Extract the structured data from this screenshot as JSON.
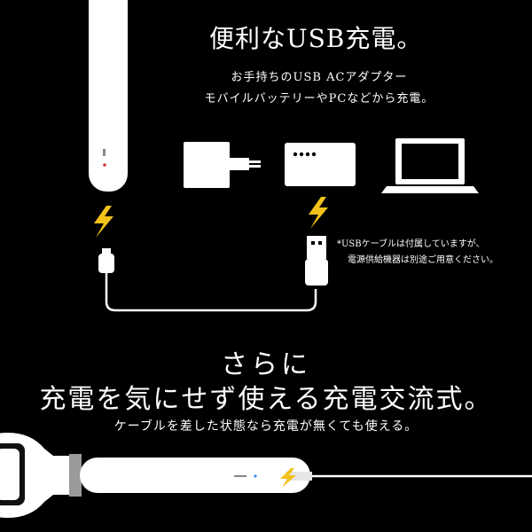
{
  "headline": "便利なUSB充電。",
  "subtitle_line1": "お手持ちのUSB ACアダプター",
  "subtitle_line2": "モバイルバッテリーやPCなどから充電。",
  "note_line1": "*USBケーブルは付属していますが、",
  "note_line2": "電源供給機器は別途ご用意ください。",
  "feature_line1": "さらに",
  "feature_line2": "充電を気にせず使える充電交流式。",
  "feature_line3": "ケーブルを差した状態なら充電が無くても使える。",
  "icons": [
    "lamp-body-icon",
    "ac-adapter-icon",
    "mobile-battery-icon",
    "laptop-icon",
    "lightning-icon",
    "usb-plug-icon",
    "micro-usb-plug-icon"
  ],
  "colors": {
    "background": "#000000",
    "bolt": "#f2c21b",
    "indicator_red": "#d23a3a",
    "indicator_blue": "#3a8de0"
  }
}
